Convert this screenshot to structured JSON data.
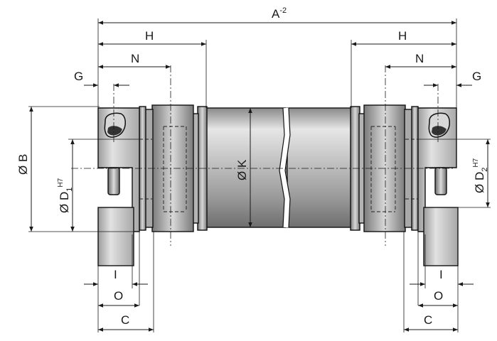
{
  "labels": {
    "A": "A",
    "A_sup": "-2",
    "H_left": "H",
    "H_right": "H",
    "N_left": "N",
    "N_right": "N",
    "G_left": "G",
    "G_right": "G",
    "B": "Ø B",
    "D1": "Ø D",
    "D1_sub": "1",
    "D1_sup": "H7",
    "D2": "Ø D",
    "D2_sub": "2",
    "D2_sup": "H7",
    "K": "Ø K",
    "I_left": "I",
    "I_right": "I",
    "O_left": "O",
    "O_right": "O",
    "C_left": "C",
    "C_right": "C"
  }
}
